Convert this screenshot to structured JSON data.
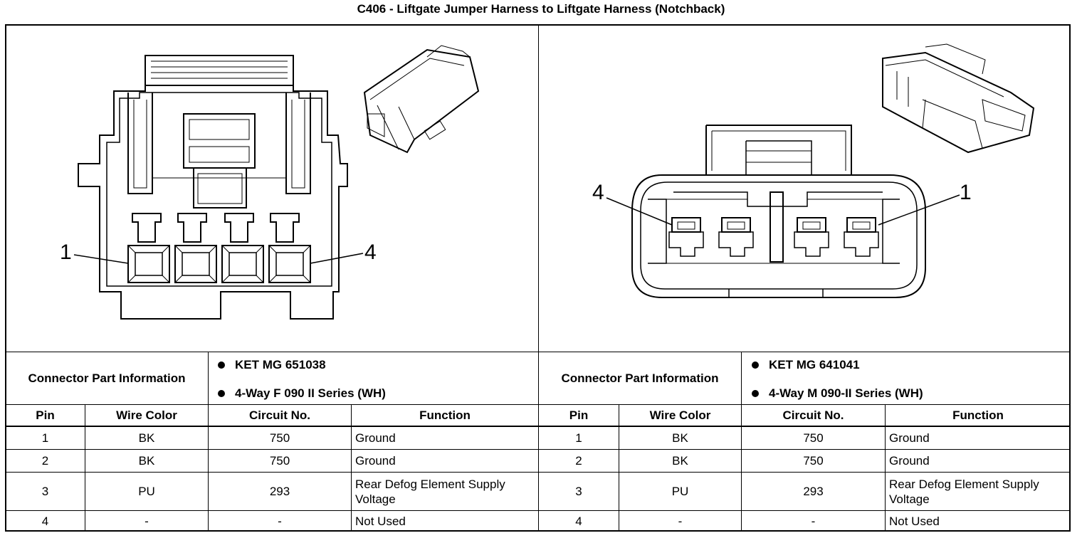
{
  "title": "C406 - Liftgate Jumper Harness to Liftgate Harness (Notchback)",
  "left": {
    "pin_labels": [
      "1",
      "4"
    ],
    "part_info_label": "Connector Part Information",
    "part_info": [
      "KET MG 651038",
      "4-Way F 090 II Series (WH)"
    ],
    "headers": [
      "Pin",
      "Wire Color",
      "Circuit No.",
      "Function"
    ],
    "rows": [
      {
        "pin": "1",
        "color": "BK",
        "circuit": "750",
        "function": "Ground"
      },
      {
        "pin": "2",
        "color": "BK",
        "circuit": "750",
        "function": "Ground"
      },
      {
        "pin": "3",
        "color": "PU",
        "circuit": "293",
        "function": "Rear Defog Element Supply Voltage"
      },
      {
        "pin": "4",
        "color": "-",
        "circuit": "-",
        "function": "Not Used"
      }
    ]
  },
  "right": {
    "pin_labels": [
      "4",
      "1"
    ],
    "part_info_label": "Connector Part Information",
    "part_info": [
      "KET MG 641041",
      "4-Way M 090-II Series (WH)"
    ],
    "headers": [
      "Pin",
      "Wire Color",
      "Circuit No.",
      "Function"
    ],
    "rows": [
      {
        "pin": "1",
        "color": "BK",
        "circuit": "750",
        "function": "Ground"
      },
      {
        "pin": "2",
        "color": "BK",
        "circuit": "750",
        "function": "Ground"
      },
      {
        "pin": "3",
        "color": "PU",
        "circuit": "293",
        "function": "Rear Defog Element Supply Voltage"
      },
      {
        "pin": "4",
        "color": "-",
        "circuit": "-",
        "function": "Not Used"
      }
    ]
  }
}
